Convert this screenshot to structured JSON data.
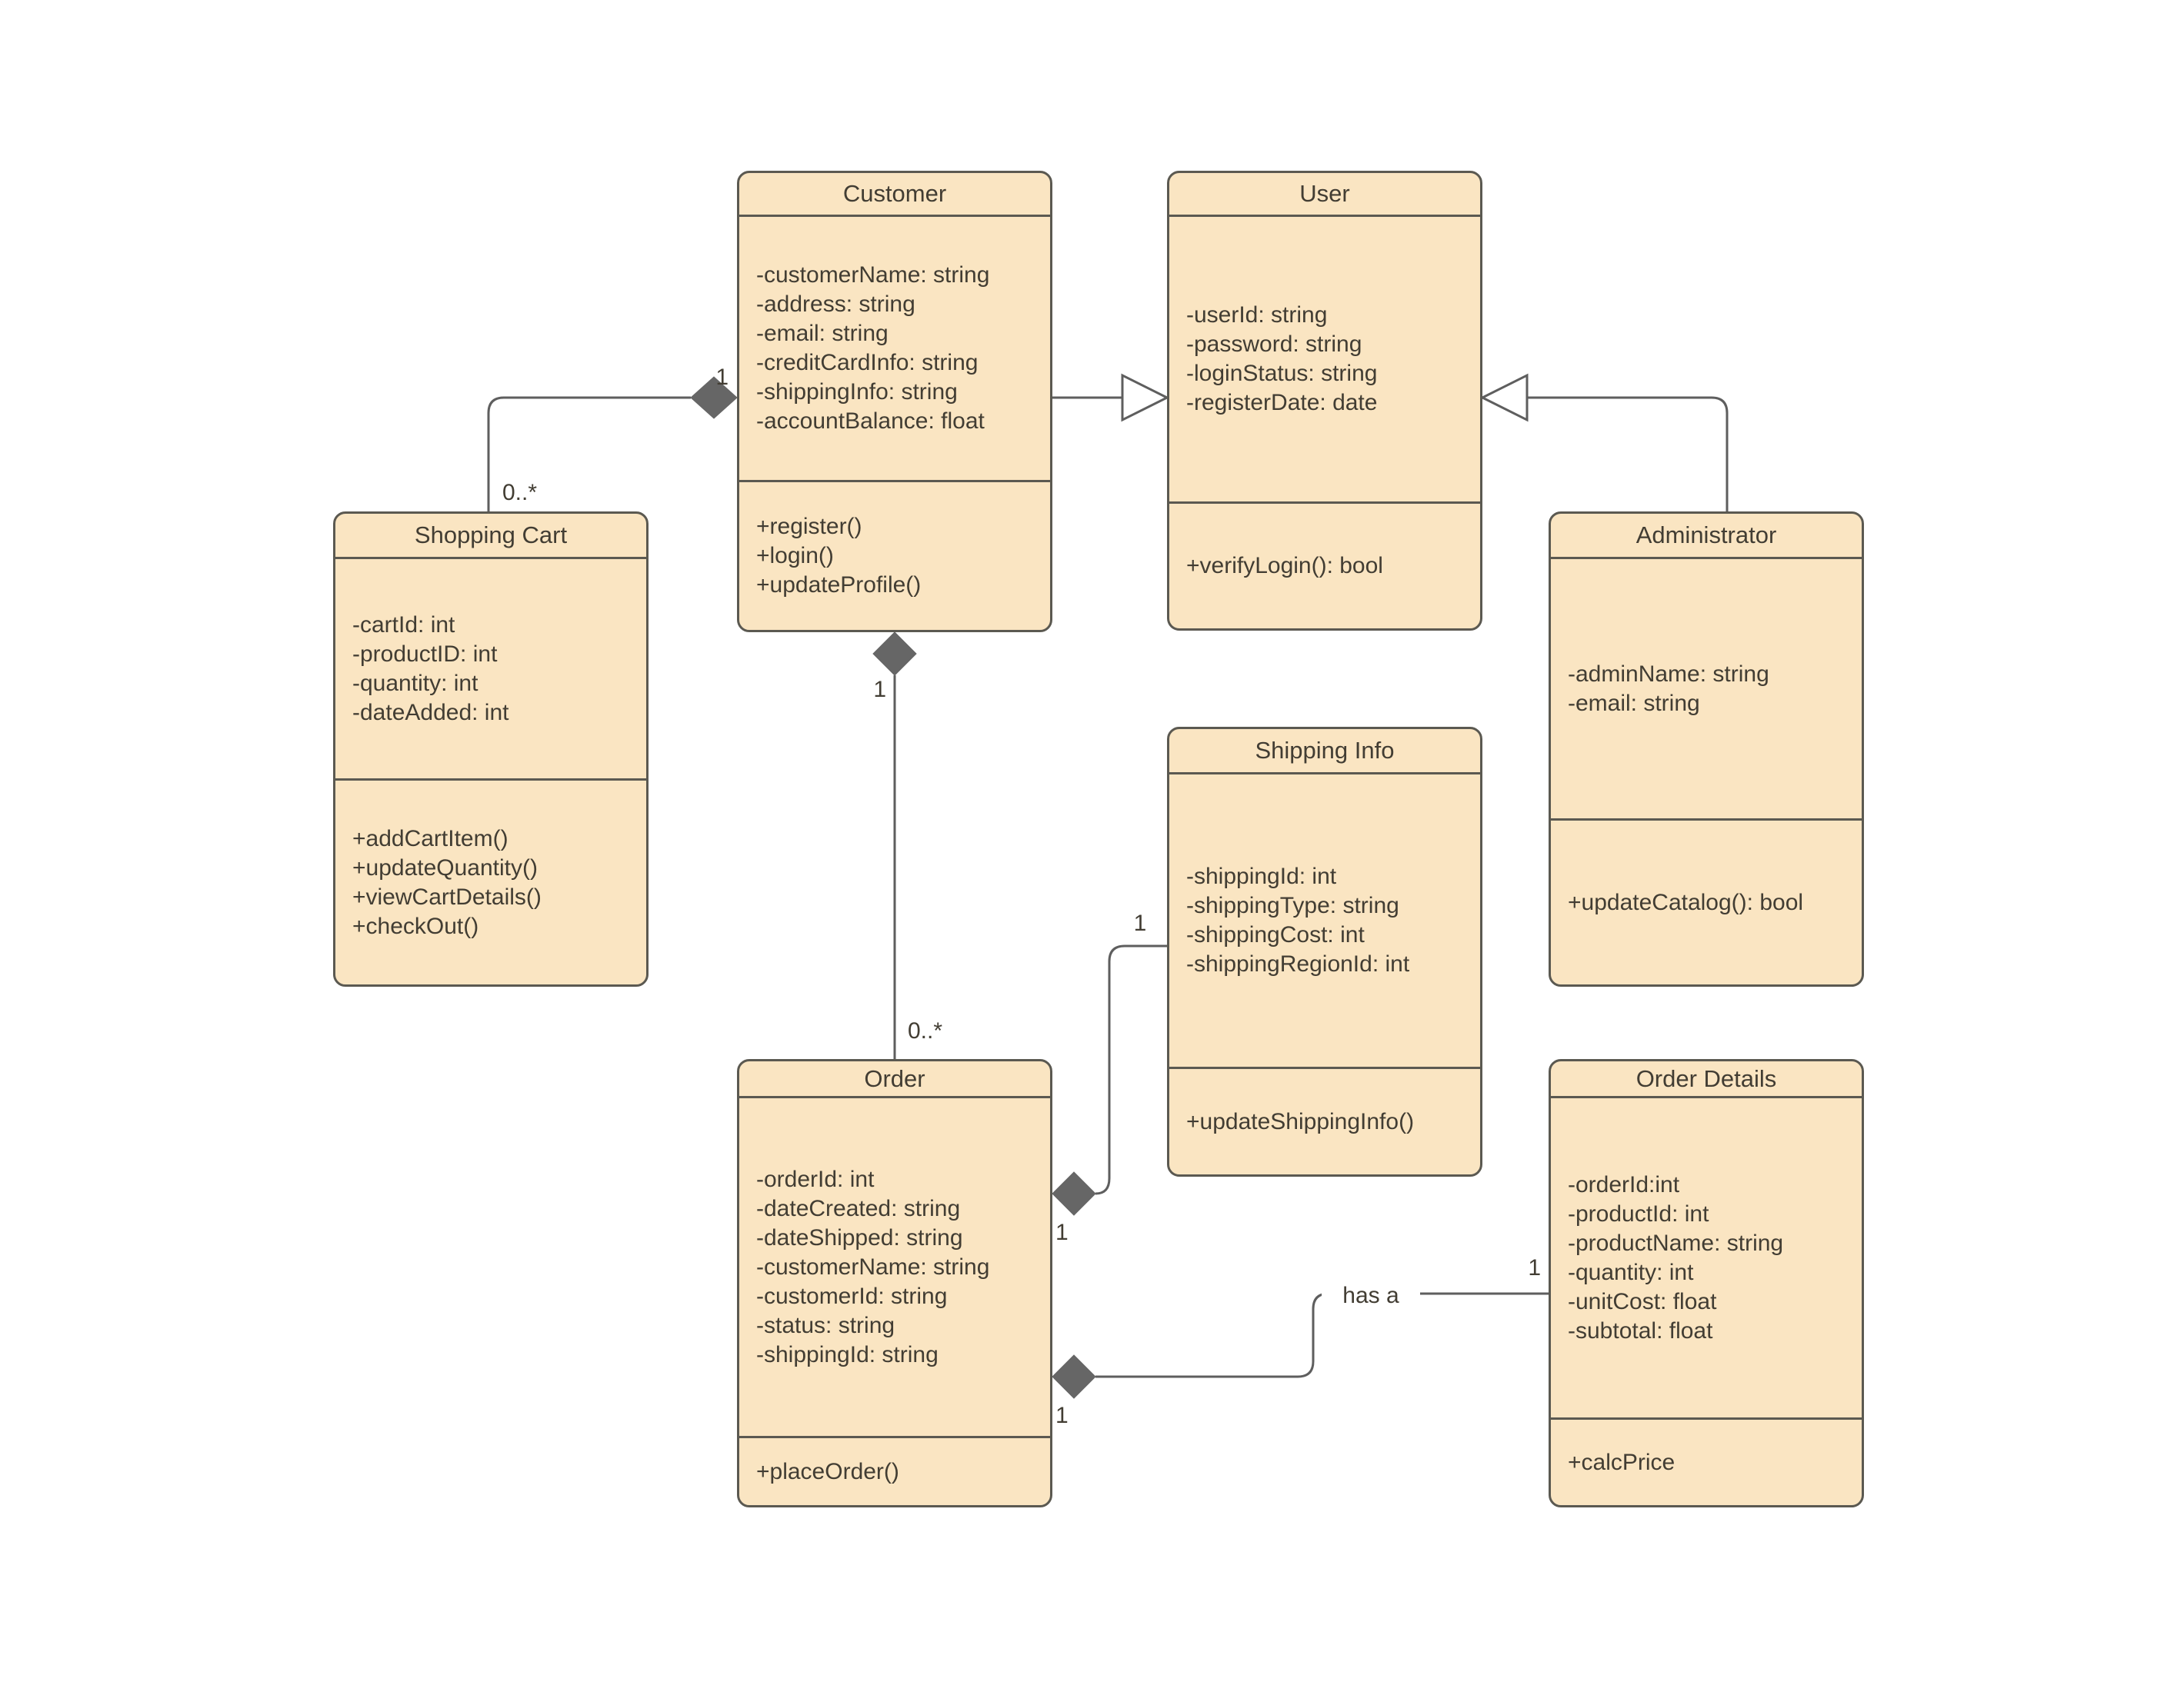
{
  "diagram": {
    "classes": [
      {
        "title": "Customer",
        "attributes": [
          "-customerName: string",
          "-address: string",
          "-email: string",
          "-creditCardInfo: string",
          "-shippingInfo: string",
          "-accountBalance: float"
        ],
        "methods": [
          "+register()",
          "+login()",
          "+updateProfile()"
        ]
      },
      {
        "title": "User",
        "attributes": [
          "-userId: string",
          "-password: string",
          "-loginStatus: string",
          "-registerDate: date"
        ],
        "methods": [
          "+verifyLogin(): bool"
        ]
      },
      {
        "title": "Shopping Cart",
        "attributes": [
          "-cartId: int",
          "-productID: int",
          "-quantity: int",
          "-dateAdded: int"
        ],
        "methods": [
          "+addCartItem()",
          "+updateQuantity()",
          "+viewCartDetails()",
          "+checkOut()"
        ]
      },
      {
        "title": "Administrator",
        "attributes": [
          "-adminName: string",
          "-email: string"
        ],
        "methods": [
          "+updateCatalog(): bool"
        ]
      },
      {
        "title": "Shipping Info",
        "attributes": [
          "-shippingId: int",
          "-shippingType: string",
          "-shippingCost: int",
          "-shippingRegionId: int"
        ],
        "methods": [
          "+updateShippingInfo()"
        ]
      },
      {
        "title": "Order",
        "attributes": [
          "-orderId: int",
          "-dateCreated: string",
          "-dateShipped: string",
          "-customerName: string",
          "-customerId: string",
          "-status: string",
          "-shippingId: string"
        ],
        "methods": [
          "+placeOrder()"
        ]
      },
      {
        "title": "Order Details",
        "attributes": [
          "-orderId:int",
          "-productId: int",
          "-productName: string",
          "-quantity: int",
          "-unitCost: float",
          "-subtotal: float"
        ],
        "methods": [
          "+calcPrice"
        ]
      }
    ],
    "relationships": [
      {
        "type": "composition",
        "owner": "Customer",
        "part": "Shopping Cart",
        "owner_multiplicity": "1",
        "part_multiplicity": "0..*"
      },
      {
        "type": "generalization",
        "child": "Customer",
        "parent": "User"
      },
      {
        "type": "generalization",
        "child": "Administrator",
        "parent": "User"
      },
      {
        "type": "composition",
        "owner": "Customer",
        "part": "Order",
        "owner_multiplicity": "1",
        "part_multiplicity": "0..*"
      },
      {
        "type": "composition",
        "owner": "Order",
        "part": "Shipping Info",
        "owner_multiplicity": "1",
        "part_multiplicity": "1"
      },
      {
        "type": "composition",
        "owner": "Order",
        "part": "Order Details",
        "owner_multiplicity": "1",
        "part_multiplicity": "1",
        "label": "has a"
      }
    ],
    "colors": {
      "class_fill": "#fae5c2",
      "class_border": "#5b5951",
      "text": "#423d33",
      "connector": "#5e5e5e",
      "diamond": "#666666",
      "background": "#ffffff"
    }
  }
}
